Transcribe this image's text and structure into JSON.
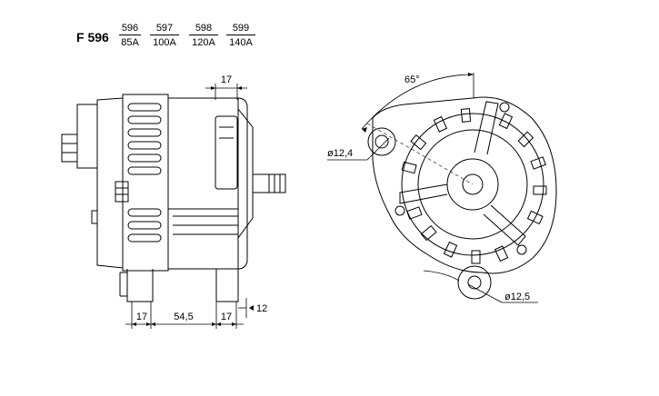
{
  "header": {
    "model": "F 596",
    "variants": [
      {
        "code": "596",
        "current": "85A"
      },
      {
        "code": "597",
        "current": "100A"
      },
      {
        "code": "598",
        "current": "120A"
      },
      {
        "code": "599",
        "current": "140A"
      }
    ]
  },
  "side_view": {
    "dim_top": "17",
    "dim_bottom_left": "17",
    "dim_bottom_center": "54,5",
    "dim_bottom_right": "17",
    "dim_side": "12"
  },
  "front_view": {
    "angle": "65°",
    "hole_top": "ø12,4",
    "hole_bottom": "ø12,5"
  }
}
